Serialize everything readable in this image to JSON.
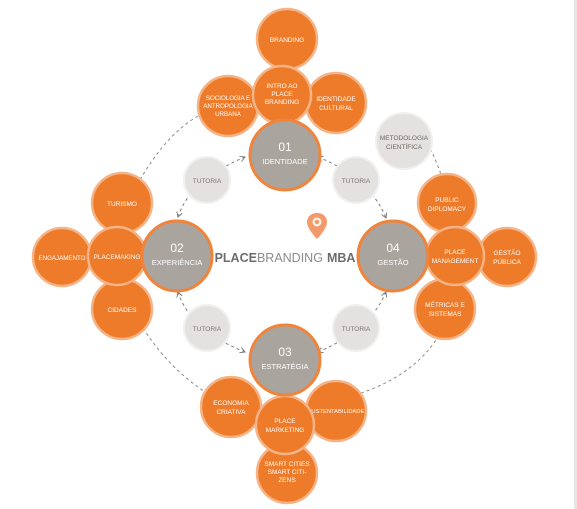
{
  "logo": {
    "part1": "PLACE",
    "part2": "BRANDING",
    "part3": "MBA",
    "colors": {
      "part1": "#6d6d6d",
      "part2": "#8c8c8c",
      "part3": "#6d6d6d",
      "pin": "#f39a6a"
    }
  },
  "colors": {
    "orange": "#ee7b2a",
    "orange_stroke": "#f5b487",
    "grey_core": "#aaa49f",
    "grey_core_stroke": "#f0843a",
    "light_grey": "#e4e2e0",
    "light_grey_stroke": "#f1f0ef",
    "grey_text": "#7a7470",
    "connector": "#8d8d8d"
  },
  "core": [
    {
      "number": "01",
      "label": "IDENTIDADE"
    },
    {
      "number": "02",
      "label": "EXPERIÊNCIA"
    },
    {
      "number": "03",
      "label": "ESTRATÉGIA"
    },
    {
      "number": "04",
      "label": "GESTÃO"
    }
  ],
  "tutoria": [
    "TUTORIA",
    "TUTORIA",
    "TUTORIA",
    "TUTORIA"
  ],
  "metodologia": {
    "lines": [
      "METODOLOGIA",
      "CIENTÍFICA"
    ]
  },
  "modules": {
    "top": [
      {
        "lines": [
          "BRANDING"
        ]
      },
      {
        "lines": [
          "SOCIOLOGIA E",
          "ANTROPOLOGIA",
          "URBANA"
        ]
      },
      {
        "lines": [
          "INTRO AO",
          "PLACE",
          "BRANDING"
        ]
      },
      {
        "lines": [
          "IDENTIDADE",
          "CULTURAL"
        ]
      }
    ],
    "left": [
      {
        "lines": [
          "TURISMO"
        ]
      },
      {
        "lines": [
          "ENGAJAMENTO"
        ]
      },
      {
        "lines": [
          "PLACEMAKING"
        ]
      },
      {
        "lines": [
          "CIDADES"
        ]
      }
    ],
    "right": [
      {
        "lines": [
          "PUBLIC",
          "DIPLOMACY"
        ]
      },
      {
        "lines": [
          "PLACE",
          "MANAGEMENT"
        ]
      },
      {
        "lines": [
          "GESTÃO",
          "PÚBLICA"
        ]
      },
      {
        "lines": [
          "MÉTRICAS E",
          "SISTEMAS"
        ]
      }
    ],
    "bottom": [
      {
        "lines": [
          "ECONOMIA",
          "CRIATIVA"
        ]
      },
      {
        "lines": [
          "PLACE",
          "MARKETING"
        ]
      },
      {
        "lines": [
          "SUSTENTABILIDADE"
        ]
      },
      {
        "lines": [
          "SMART CITIES",
          "SMART CITI-",
          "ZENS"
        ]
      }
    ]
  }
}
